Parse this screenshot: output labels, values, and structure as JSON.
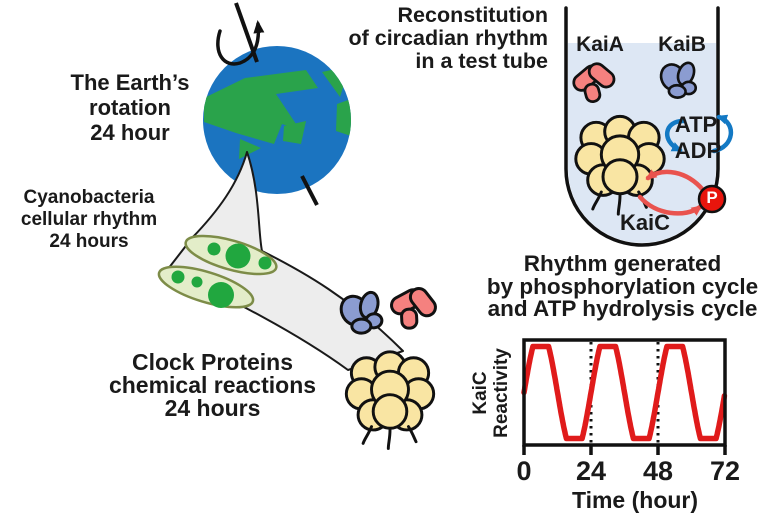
{
  "palette": {
    "earth_blue": "#1b74c0",
    "land_green": "#2aa34b",
    "cell_fill": "#e3edc9",
    "cell_outline": "#7d8c48",
    "cell_dot": "#21a73f",
    "funnel_grey": "#ededed",
    "kaiA_red": "#f5817f",
    "kaiB_blue": "#8b9cd1",
    "kaiC_yellow": "#f9e5a3",
    "tube_liquid": "#dde7f4",
    "atp_blue": "#1379c4",
    "cycle_red": "#e9534e",
    "phosphate_red": "#e8150d",
    "wave_red": "#e01b1b",
    "outline": "#111111"
  },
  "labels": {
    "earth": {
      "line1": "The Earth’s",
      "line2": "rotation",
      "line3": "24 hour"
    },
    "cyanobacteria": {
      "line1": "Cyanobacteria",
      "line2": "cellular rhythm",
      "line3": "24 hours"
    },
    "clock_proteins": {
      "line1": "Clock Proteins",
      "line2": "chemical reactions",
      "line3": "24 hours"
    },
    "reconstitution": {
      "line1": "Reconstitution",
      "line2": "of circadian rhythm",
      "line3": "in a test tube"
    }
  },
  "test_tube": {
    "kaiA": "KaiA",
    "kaiB": "KaiB",
    "kaiC": "KaiC",
    "atp": "ATP",
    "adp": "ADP",
    "phosphate": "P"
  },
  "chart_data": {
    "type": "line",
    "title_lines": [
      "Rhythm generated",
      "by phosphorylation cycle",
      "and ATP hydrolysis cycle"
    ],
    "xlabel": "Time (hour)",
    "ylabel_lines": [
      "KaiC",
      "Reactivity"
    ],
    "x_ticks": [
      0,
      24,
      48,
      72
    ],
    "x_range": [
      0,
      72
    ],
    "period_hours": 24,
    "peaks_at_hours": [
      6,
      30,
      54
    ],
    "troughs_at_hours": [
      18,
      42,
      66
    ],
    "dotted_gridlines_x": [
      24,
      48
    ],
    "y_axis": "KaiC reactivity (relative, oscillating)",
    "grid": "dotted verticals only",
    "line_color": "#e01b1b"
  }
}
